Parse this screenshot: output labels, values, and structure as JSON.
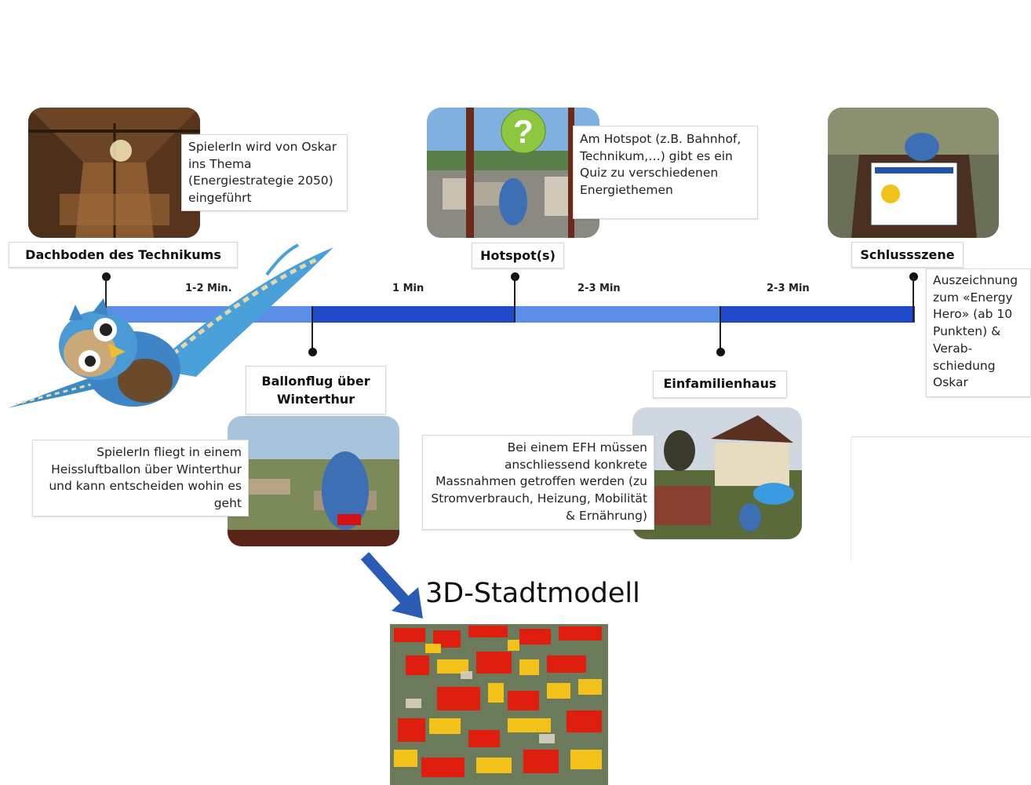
{
  "stations": {
    "dachboden": {
      "label": "Dachboden des Technikums",
      "description": "SpielerIn wird von Oskar ins Thema (Energiestrategie 2050) eingeführt"
    },
    "ballonflug": {
      "label": "Ballonflug über Winterthur",
      "description": "SpielerIn fliegt in einem Heissluftballon über Winterthur und kann entscheiden wohin es geht"
    },
    "hotspot": {
      "label": "Hotspot(s)",
      "description": "Am Hotspot (z.B. Bahnhof, Technikum,…) gibt es ein Quiz zu verschiedenen Energiethemen"
    },
    "einfamilienhaus": {
      "label": "Einfamilienhaus",
      "description": "Bei einem EFH müssen anschliessend konkrete Massnahmen getroffen werden (zu Stromverbrauch, Heizung, Mobilität & Ernährung)"
    },
    "schlussszene": {
      "label": "Schlussszene",
      "description": "Auszeichnung zum «Energy Hero» (ab 10 Punkten) & Verab-schiedung Oskar"
    }
  },
  "durations": [
    "1-2 Min.",
    "1 Min",
    "2-3 Min",
    "2-3 Min"
  ],
  "stadtmodell": {
    "title": "3D-Stadtmodell"
  },
  "colors": {
    "timeline_light": "#5b8ee6",
    "timeline_dark": "#1f49c9",
    "arrow": "#2a5bb5",
    "roof_red": "#e01e10",
    "roof_yellow": "#f2c21b"
  },
  "icons": {
    "quiz": "question-mark-icon",
    "mascot": "owl-mascot"
  }
}
